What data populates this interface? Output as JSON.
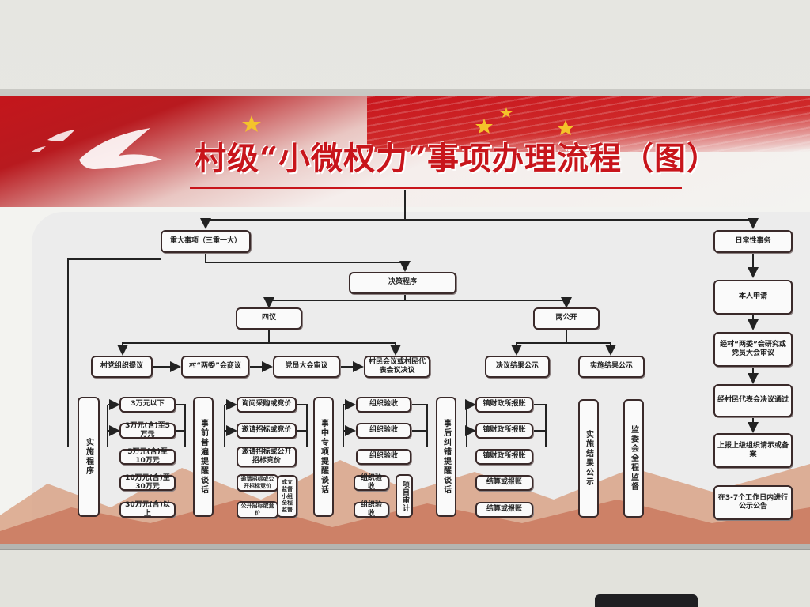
{
  "title": "村级“小微权力”事项办理流程（图）",
  "colors": {
    "accent": "#c8151b",
    "line": "#222222",
    "node_border": "#3a2a2a",
    "panel": "#ececec"
  },
  "top_branches": {
    "major": "重大事项（三重一大）",
    "routine": "日常性事务"
  },
  "decision": {
    "procedure": "决策程序",
    "four": "四议",
    "two_public": "两公开",
    "four_steps": [
      "村党组织提议",
      "村“两委”会商议",
      "党员大会审议",
      "村民会议或村民代表会议决议"
    ],
    "public_steps": [
      "决议结果公示",
      "实施结果公示"
    ]
  },
  "implementation": {
    "label": "实施程序",
    "amounts": [
      "3万元以下",
      "3万元(含)至5万元",
      "5万元(含)至10万元",
      "10万元(含)至30万元",
      "30万元(含)以上"
    ],
    "pre_remind": "事前普遍提醒谈话",
    "methods": [
      "询问采购或竞价",
      "邀请招标或竞价",
      "邀请招标或公开招标竞价",
      "邀请招标或公开招标竞价",
      "公开招标或竞价"
    ],
    "supervision_group": "成立监督小组全程监督",
    "mid_remind": "事中专项提醒谈话",
    "acceptance": [
      "组织验收",
      "组织验收",
      "组织验收",
      "组织验收",
      "组织验收"
    ],
    "audit": "项目审计",
    "post_remind": "事后纠错提醒谈话",
    "settlement": [
      "镇财政所报账",
      "镇财政所报账",
      "镇财政所报账",
      "结算或报账",
      "结算或报账"
    ],
    "result_public": "实施结果公示",
    "oversight": "监委会全程监督"
  },
  "routine_steps": [
    "本人申请",
    "经村“两委”会研究或党员大会审议",
    "经村民代表会决议通过",
    "上报上级组织请示或备案",
    "在3-7个工作日内进行公示公告"
  ]
}
